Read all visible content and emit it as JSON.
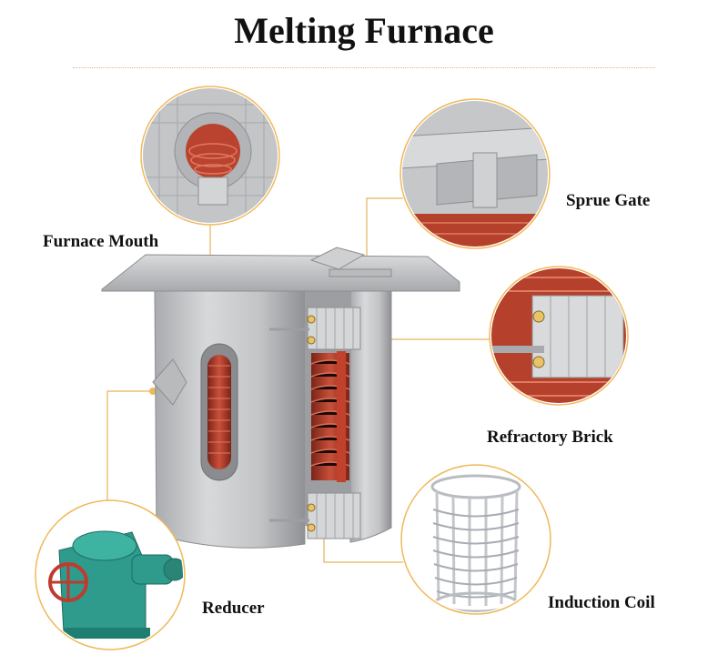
{
  "title": "Melting Furnace",
  "colors": {
    "accent": "#f0b95a",
    "leader": "#e6b25a",
    "steel": "#c9cacc",
    "coil": "#b5402c",
    "reducer": "#2e9b8c"
  },
  "parts": [
    {
      "id": "furnace-mouth",
      "label": "Furnace Mouth"
    },
    {
      "id": "sprue-gate",
      "label": "Sprue Gate"
    },
    {
      "id": "refractory-brick",
      "label": "Refractory Brick"
    },
    {
      "id": "reducer",
      "label": "Reducer"
    },
    {
      "id": "induction-coil",
      "label": "Induction Coil"
    }
  ]
}
